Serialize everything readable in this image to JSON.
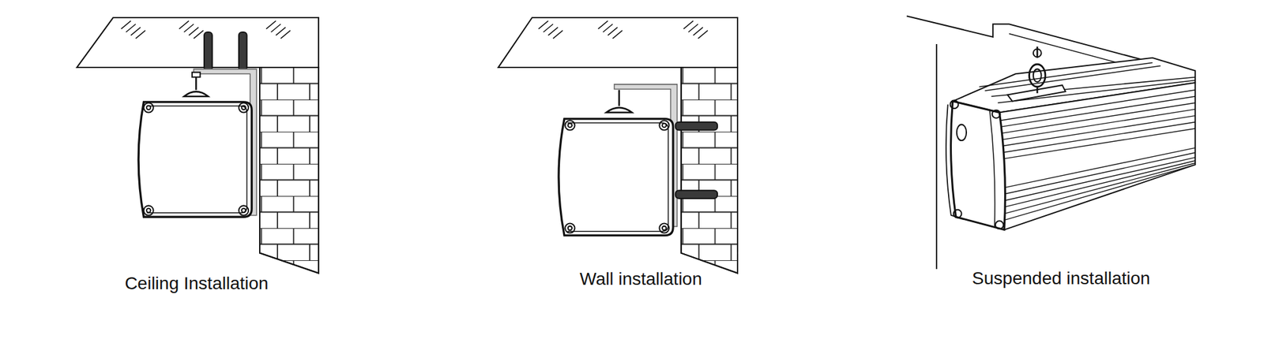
{
  "diagram": {
    "labels": [
      "Ceiling Installation",
      "Wall installation",
      "Suspended installation"
    ]
  }
}
